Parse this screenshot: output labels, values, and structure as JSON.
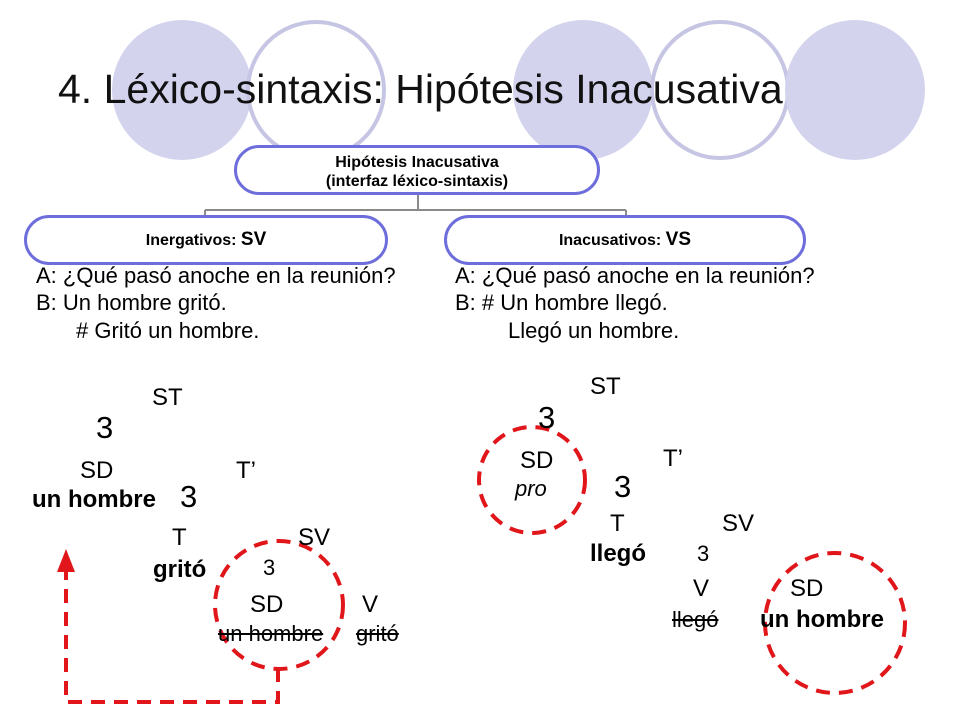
{
  "slide": {
    "title": "4. Léxico-sintaxis: Hipótesis Inacusativa"
  },
  "hierarchy": {
    "root_line1": "Hipótesis Inacusativa",
    "root_line2": "(interfaz léxico-sintaxis)",
    "left_label": "Inergativos:",
    "left_order": "SV",
    "right_label": "Inacusativos:",
    "right_order": "VS"
  },
  "dialog_left": {
    "a": "A: ¿Qué pasó anoche en la reunión?",
    "b": "B:   Un hombre gritó.",
    "c": "# Gritó un hombre."
  },
  "dialog_right": {
    "a": "A: ¿Qué pasó anoche en la reunión?",
    "b": "B: # Un hombre llegó.",
    "c": "Llegó un hombre."
  },
  "tree_left": {
    "st": "ST",
    "branch1": "3",
    "sd": "SD",
    "t_bar": "T’",
    "subject": "un hombre",
    "branch2": "3",
    "t": "T",
    "sv": "SV",
    "verb_moved": "gritó",
    "branch3": "3",
    "sd2": "SD",
    "v": "V",
    "trace_subject": "un hombre",
    "trace_verb": "gritó"
  },
  "tree_right": {
    "st": "ST",
    "branch1": "3",
    "sd": "SD",
    "pro": "pro",
    "t_bar": "T’",
    "branch2": "3",
    "t": "T",
    "sv": "SV",
    "verb_moved": "llegó",
    "branch3": "3",
    "v": "V",
    "sd2": "SD",
    "trace_verb": "llegó",
    "object": "un hombre"
  },
  "colors": {
    "circle_fill": "#d3d3ee",
    "circle_outline": "#c6c6e4",
    "pill_border": "#6d6ddc",
    "connector": "#8a8a8a",
    "dashed_red": "#e0161a"
  }
}
